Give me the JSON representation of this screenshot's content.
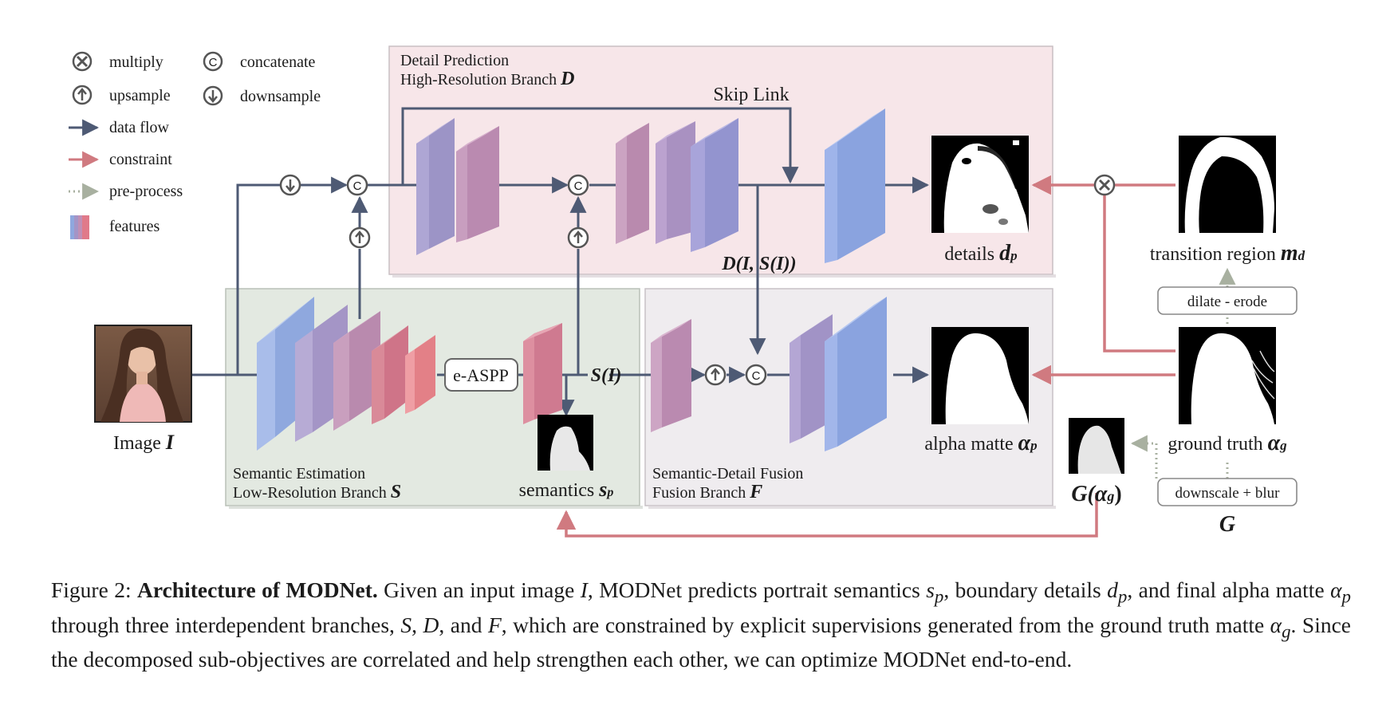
{
  "legend": {
    "multiply": "multiply",
    "concatenate": "concatenate",
    "upsample": "upsample",
    "downsample": "downsample",
    "data_flow": "data flow",
    "constraint": "constraint",
    "pre_process": "pre-process",
    "features": "features"
  },
  "symbols": {
    "concat": "C",
    "multiply": "×"
  },
  "branches": {
    "detail": {
      "line1": "Detail Prediction",
      "line2": "High-Resolution Branch ",
      "letter": "D"
    },
    "semantic": {
      "line1": "Semantic Estimation",
      "line2": "Low-Resolution Branch ",
      "letter": "S"
    },
    "fusion": {
      "line1": "Semantic-Detail Fusion",
      "line2": "Fusion Branch ",
      "letter": "F"
    }
  },
  "labels": {
    "skip_link": "Skip Link",
    "d_output": "D(I, S(I))",
    "s_output": "S(I)",
    "easpp": "e-ASPP",
    "image": "Image ",
    "image_sym": "I",
    "semantics": "semantics ",
    "semantics_sym": "s",
    "semantics_sub": "p",
    "details": "details ",
    "details_sym": "d",
    "details_sub": "p",
    "alpha": "alpha matte ",
    "alpha_sym": "α",
    "alpha_sub": "p",
    "transition": "transition region ",
    "transition_sym": "m",
    "transition_sub": "d",
    "ground_truth": "ground truth ",
    "gt_sym": "α",
    "gt_sub": "g",
    "g_alpha_pre": "G(",
    "g_alpha_sym": "α",
    "g_alpha_sub": "g",
    "g_alpha_post": ")",
    "dilate_erode": "dilate - erode",
    "downscale_blur": "downscale + blur",
    "g_label": "G"
  },
  "caption": {
    "figure_label": "Figure 2: ",
    "title": "Architecture of MODNet.",
    "t1": " Given an input image ",
    "t2": ", MODNet predicts portrait semantics ",
    "t3": ", boundary details ",
    "t4": ", and final alpha matte ",
    "t5": " through three interdependent branches, ",
    "t6": ", ",
    "t7": ", and ",
    "t8": ", which are constrained by explicit supervisions generated from the ground truth matte ",
    "t9": ". Since the decomposed sub-objectives are correlated and help strengthen each other, we can optimize MODNet end-to-end.",
    "m_I": "I",
    "m_sp": "s",
    "m_sp_sub": "p",
    "m_dp": "d",
    "m_dp_sub": "p",
    "m_ap": "α",
    "m_ap_sub": "p",
    "m_S": "S",
    "m_D": "D",
    "m_F": "F",
    "m_ag": "α",
    "m_ag_sub": "g"
  },
  "colors": {
    "data_flow": "#4e5a74",
    "constraint": "#d07a80",
    "pre_process": "#a8b0a0",
    "detail_panel": "#f7e6e9",
    "semantic_panel": "#e3e9e1",
    "fusion_panel": "#efecef",
    "feature_blue": "#8fa8de",
    "feature_purple": "#a495c6",
    "feature_mauve": "#c08fb5",
    "feature_red": "#e07a8a"
  }
}
